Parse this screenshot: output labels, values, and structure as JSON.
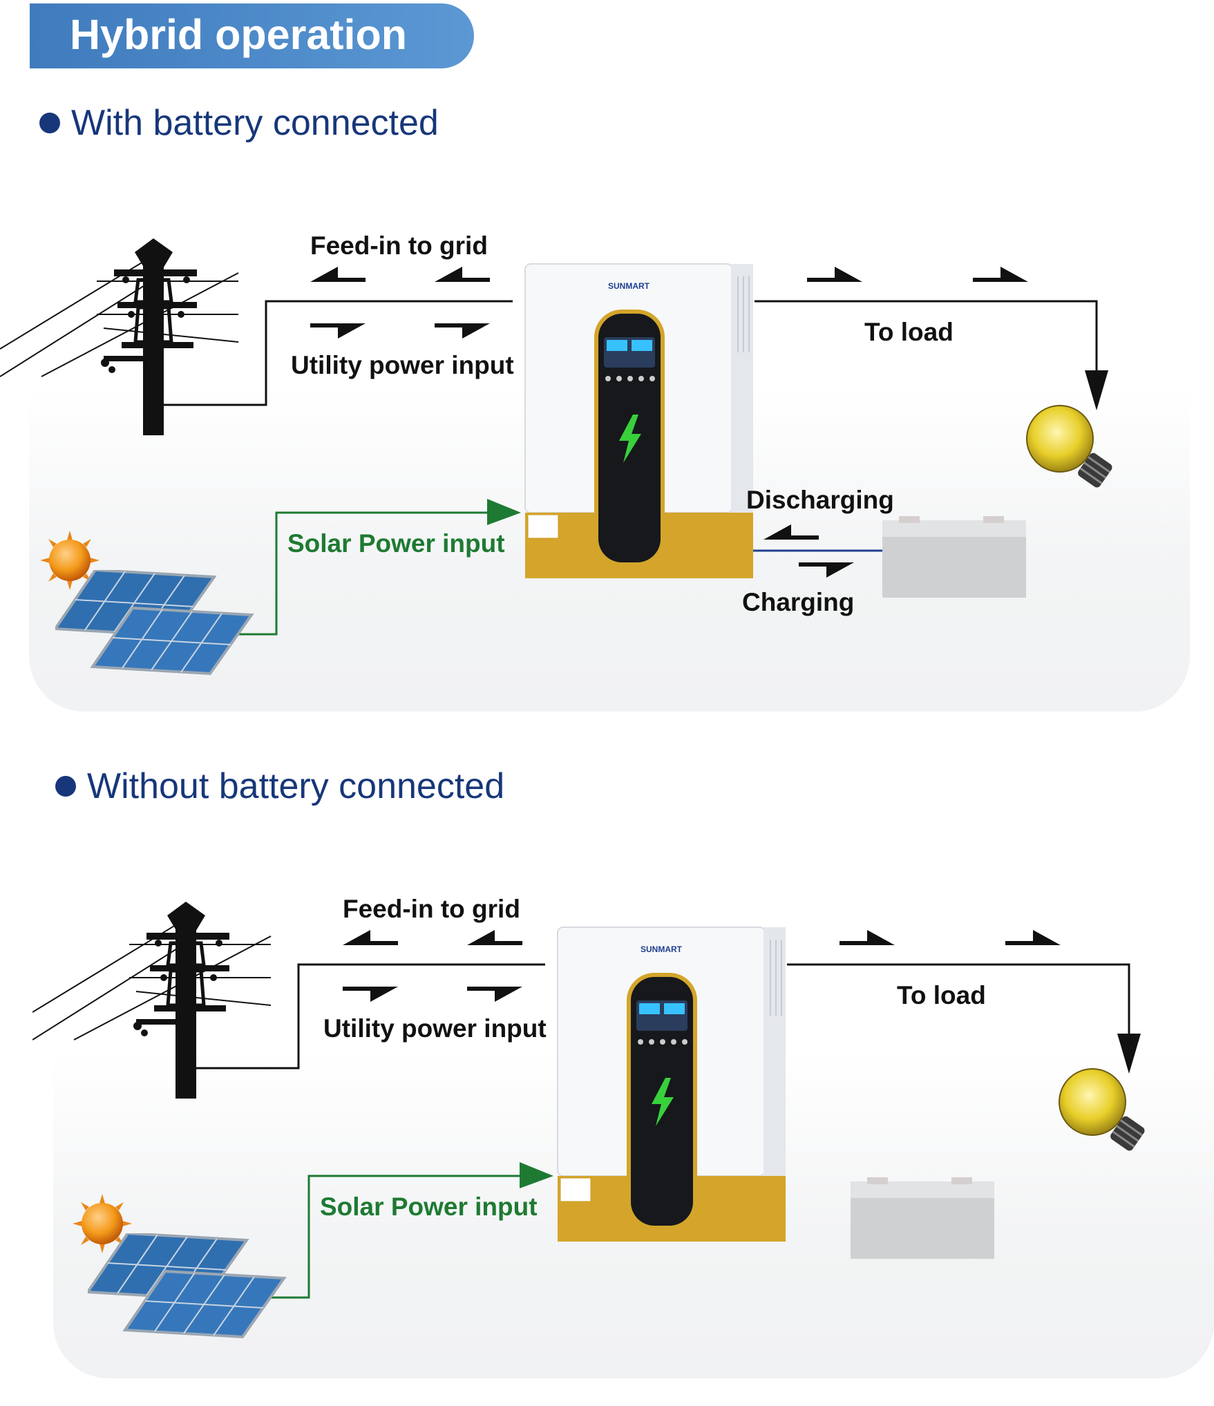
{
  "title": "Hybrid operation",
  "colors": {
    "banner": "#4f8ccb",
    "heading": "#17377a",
    "solar_line": "#1e7a32",
    "battery_line": "#1f3f8f",
    "inverter_body": "#f4f6f8",
    "inverter_base": "#d4a52a",
    "screen_glow": "#38d13b"
  },
  "sections": [
    {
      "heading": "With battery connected",
      "labels": {
        "feed_in": "Feed-in to grid",
        "utility": "Utility power input",
        "to_load": "To load",
        "solar": "Solar Power input",
        "discharging": "Discharging",
        "charging": "Charging"
      }
    },
    {
      "heading": "Without battery connected",
      "labels": {
        "feed_in": "Feed-in to grid",
        "utility": "Utility power input",
        "to_load": "To load",
        "solar": "Solar Power input"
      }
    }
  ],
  "inverter": {
    "brand": "SUNMART"
  },
  "icons": [
    "power-pole-icon",
    "inverter-icon",
    "light-bulb-icon",
    "battery-icon",
    "sun-icon",
    "solar-panel-icon",
    "lightning-bolt-icon"
  ]
}
